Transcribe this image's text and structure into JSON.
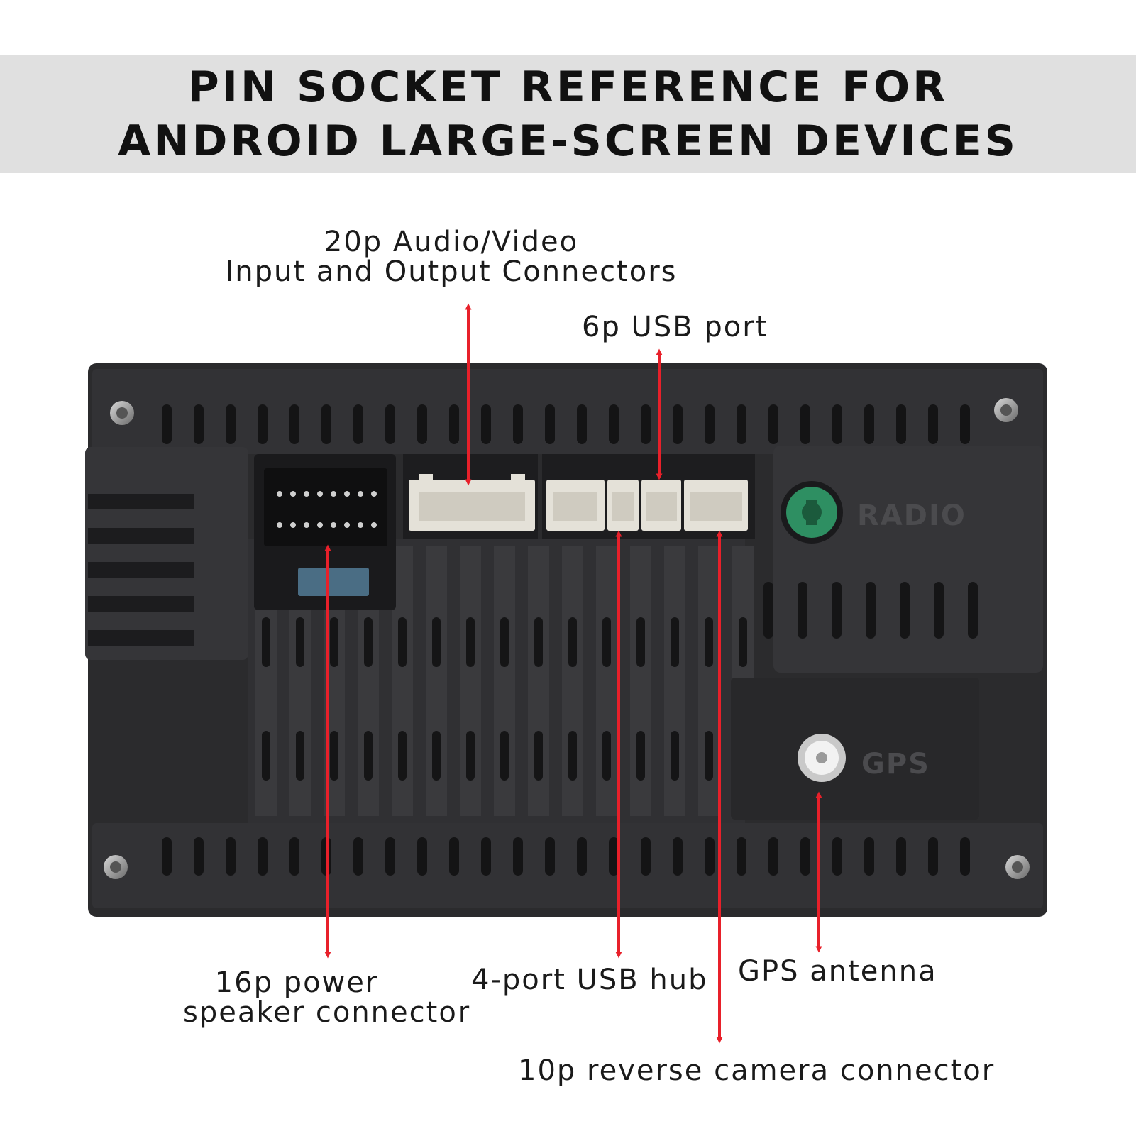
{
  "title": {
    "line1": "PIN SOCKET REFERENCE FOR",
    "line2": "ANDROID LARGE-SCREEN DEVICES"
  },
  "device": {
    "radio_label": "RADIO",
    "gps_label": "GPS"
  },
  "callouts": {
    "av": {
      "line1": "20p Audio/Video",
      "line2": "Input and Output Connectors"
    },
    "usb6p": {
      "text": "6p USB port"
    },
    "power": {
      "line1": "16p power",
      "line2": "speaker connector"
    },
    "usbhub": {
      "text": "4-port USB hub"
    },
    "gps": {
      "text": "GPS antenna"
    },
    "camera": {
      "text": "10p reverse camera connector"
    }
  },
  "colors": {
    "arrow": "#e8202a",
    "housing": "#2b2b2d",
    "connector": "#e4e1d8",
    "radio_jack": "#2e8f62",
    "title_band": "#e0e0e0"
  }
}
